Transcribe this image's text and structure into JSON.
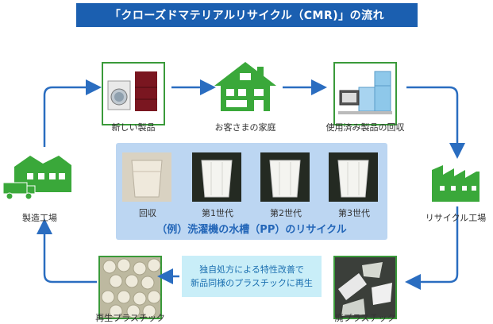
{
  "title": "「クローズドマテリアルリサイクル（CMR)」の流れ",
  "nodes": {
    "new_products": "新しい製品",
    "customer_home": "お客さまの家庭",
    "collection": "使用済み製品の回収",
    "recycling_plant": "リサイクル工場",
    "waste_plastic": "廃プラスチック",
    "recycled_plastic": "再生プラスチック",
    "factory": "製造工場"
  },
  "example": {
    "caption": "（例）洗濯機の水槽（PP）のリサイクル",
    "generations": [
      "回収",
      "第1世代",
      "第2世代",
      "第3世代"
    ]
  },
  "note": {
    "line1": "独自処方による特性改善で",
    "line2": "新品同様のプラスチックに再生"
  },
  "colors": {
    "title_bg": "#1b5fb0",
    "arrow": "#2a6dc0",
    "icon_green": "#3aa83a",
    "panel_bg": "#bcd6f2",
    "note_bg": "#c9eef8"
  }
}
